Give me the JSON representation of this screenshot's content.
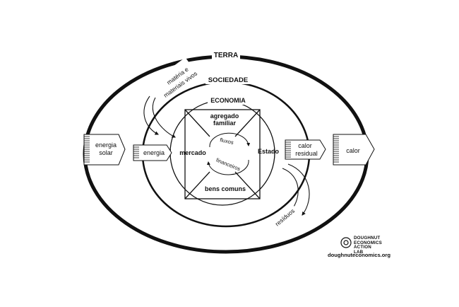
{
  "diagram": {
    "terra": "TERRA",
    "sociedade": "SOCIEDADE",
    "economia": "ECONOMIA",
    "household_line1": "agregado",
    "household_line2": "familiar",
    "market": "mercado",
    "state": "Estado",
    "commons": "bens comuns",
    "flows_top": "fluxos",
    "flows_bottom": "financeiros",
    "solar_line1": "energia",
    "solar_line2": "solar",
    "energy_in": "energia",
    "heat_line1": "calor",
    "heat_line2": "residual",
    "heat_out": "calor",
    "matter_line1": "matéria e",
    "matter_line2": "materiais vivos",
    "waste": "resíduos"
  },
  "credit": {
    "lab_line1": "DOUGHNUT",
    "lab_line2": "ECONOMICS",
    "lab_line3": "ACTION",
    "lab_line4": "LAB",
    "url": "doughnuteconomics.org"
  },
  "colors": {
    "stroke": "#111111",
    "background": "#ffffff"
  }
}
